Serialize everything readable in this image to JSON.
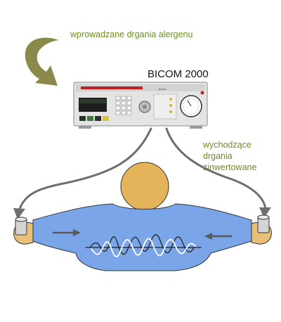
{
  "labels": {
    "incoming": "wprowadzane drgania alergenu",
    "device_name": "BICOM 2000",
    "outgoing_line1": "wychodzące",
    "outgoing_line2": "drgania",
    "outgoing_line3": "zinwertowane"
  },
  "colors": {
    "label_green": "#6b8e23",
    "curved_arrow": "#8b8a4a",
    "cable_gray": "#6e6e6e",
    "shirt_blue": "#7aa5e8",
    "head_skin": "#e3b45a",
    "hands_skin": "#e8c07a",
    "wave_white": "#ffffff",
    "wave_dark": "#222222",
    "device_body": "#e4e4e4",
    "device_display": "#c0201e"
  },
  "icons": {
    "incoming_arrow": "curved-arrow-icon",
    "inward_arrows": "arrow-icon",
    "waves": "oscillation-wave-icon"
  }
}
